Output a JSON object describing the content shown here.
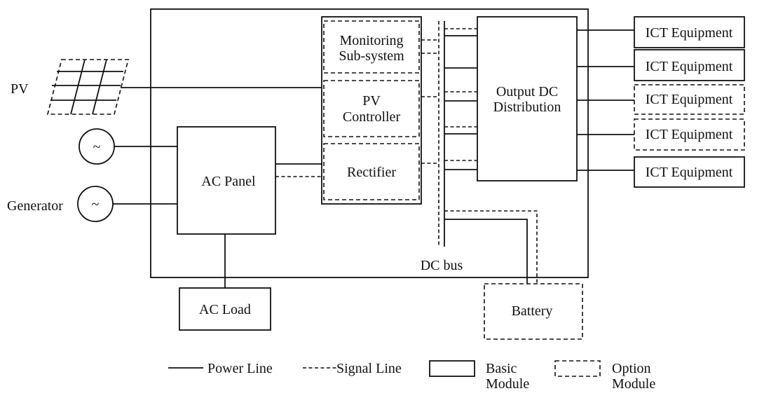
{
  "labels": {
    "pv": "PV",
    "generator": "Generator",
    "ac_panel": "AC Panel",
    "ac_load": "AC Load",
    "monitoring_line1": "Monitoring",
    "monitoring_line2": "Sub-system",
    "pv_controller_line1": "PV",
    "pv_controller_line2": "Controller",
    "rectifier": "Rectifier",
    "output_line1": "Output DC",
    "output_line2": "Distribution",
    "dc_bus": "DC bus",
    "battery": "Battery",
    "ac_symbol": "~"
  },
  "ict_equipment": [
    {
      "label": "ICT Equipment",
      "style": "basic"
    },
    {
      "label": "ICT Equipment",
      "style": "basic"
    },
    {
      "label": "ICT Equipment",
      "style": "option"
    },
    {
      "label": "ICT Equipment",
      "style": "option"
    },
    {
      "label": "ICT Equipment",
      "style": "basic"
    }
  ],
  "legend": {
    "power_line": "Power Line",
    "signal_line": "Signal Line",
    "basic_line1": "Basic",
    "basic_line2": "Module",
    "option_line1": "Option",
    "option_line2": "Module"
  }
}
